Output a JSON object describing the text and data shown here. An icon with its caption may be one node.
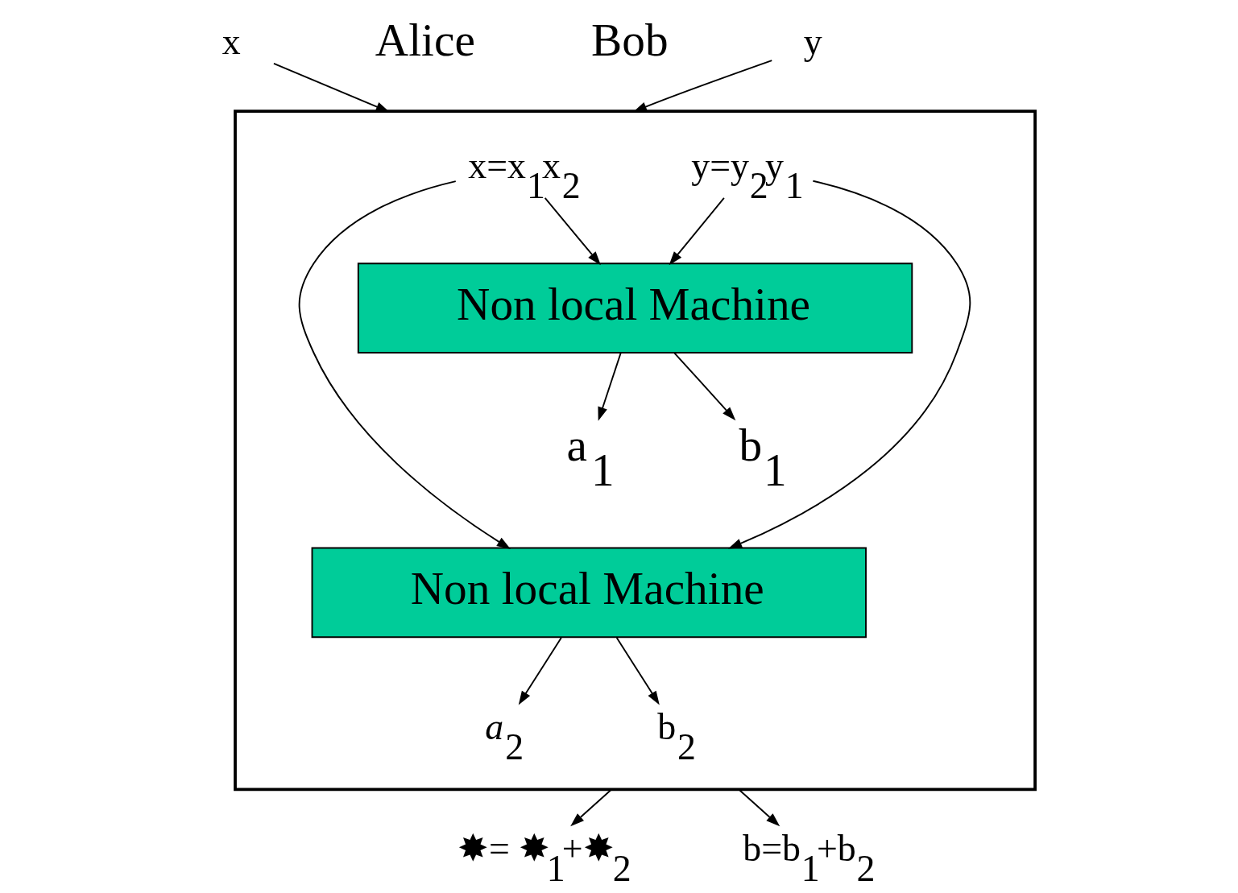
{
  "diagram": {
    "nodes": [
      {
        "text": [
          "x"
        ]
      },
      {
        "text": [
          "y"
        ]
      },
      {
        "text": [],
        "shape": "box"
      },
      {
        "text": [
          "x=x$_{1}$x$_{2}$"
        ],
        "in": 2
      },
      {
        "text": [
          "y=y$_{2}$y$_{1}$"
        ],
        "in": 2
      },
      {
        "text": [
          "Non local Machine"
        ],
        "in": 2
      },
      {
        "text": [
          "a$_{1}$"
        ],
        "in": 2
      },
      {
        "text": [
          "b$_{1}$"
        ],
        "in": 2
      },
      {
        "text": [
          "Non local Machine"
        ],
        "in": 2
      },
      {
        "text": [
          "*a*$_{2}$"
        ],
        "in": 2
      },
      {
        "text": [
          "b$_{2}$"
        ],
        "in": 2
      },
      {
        "text": [
          "✸= ✸$_{1}$+✸$_{2}$"
        ]
      },
      {
        "text": [
          "b=b$_{1}$+b$_{2}$"
        ]
      }
    ],
    "edges": [
      {
        "from": 0,
        "to": 2,
        "arrow": "to"
      },
      {
        "from": 1,
        "to": 2,
        "arrow": "to"
      },
      {
        "from": 3,
        "to": 5,
        "arrow": "to"
      },
      {
        "from": 3,
        "to": 8,
        "arrow": "to"
      },
      {
        "from": 4,
        "to": 5,
        "arrow": "to"
      },
      {
        "from": 4,
        "to": 8,
        "arrow": "to"
      },
      {
        "from": 5,
        "to": 6,
        "arrow": "to"
      },
      {
        "from": 5,
        "to": 7,
        "arrow": "to"
      },
      {
        "from": 8,
        "to": 9,
        "arrow": "to"
      },
      {
        "from": 8,
        "to": 10,
        "arrow": "to"
      },
      {
        "from": 2,
        "to": 11,
        "arrow": "to"
      },
      {
        "from": 2,
        "to": 12,
        "arrow": "to"
      }
    ],
    "labels": [
      "Alice",
      "Bob"
    ]
  }
}
